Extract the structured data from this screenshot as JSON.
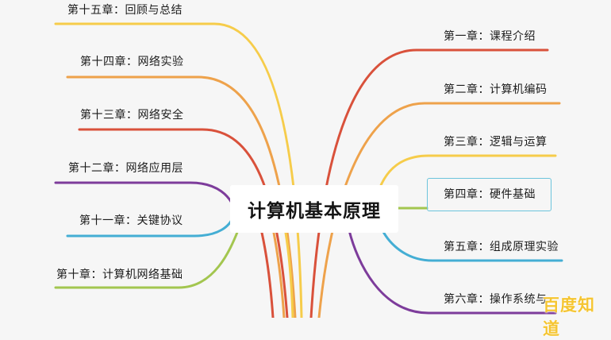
{
  "title": "计算机基本原理",
  "left_branches": [
    {
      "label": "第十五章：回顾与总结",
      "color": "#f6cc4a"
    },
    {
      "label": "第十四章：网络实验",
      "color": "#eea24b"
    },
    {
      "label": "第十三章：网络安全",
      "color": "#d9513b"
    },
    {
      "label": "第十二章：网络应用层",
      "color": "#7d3c9b"
    },
    {
      "label": "第十一章：关键协议",
      "color": "#44aed4"
    },
    {
      "label": "第十章：计算机网络基础",
      "color": "#a3c64f"
    }
  ],
  "right_branches": [
    {
      "label": "第一章：课程介绍",
      "color": "#d9513b"
    },
    {
      "label": "第二章：计算机编码",
      "color": "#eea24b"
    },
    {
      "label": "第三章：逻辑与运算",
      "color": "#f6cc4a"
    },
    {
      "label": "第四章：硬件基础",
      "color": "#a3c64f"
    },
    {
      "label": "第五章：组成原理实验",
      "color": "#44aed4"
    },
    {
      "label": "第六章：操作系统与",
      "color": "#7d3c9b"
    }
  ],
  "extra_curves_bottom": [
    {
      "color": "#d9513b"
    },
    {
      "color": "#eea24b"
    },
    {
      "color": "#f6cc4a"
    }
  ],
  "watermark": "百度知道"
}
